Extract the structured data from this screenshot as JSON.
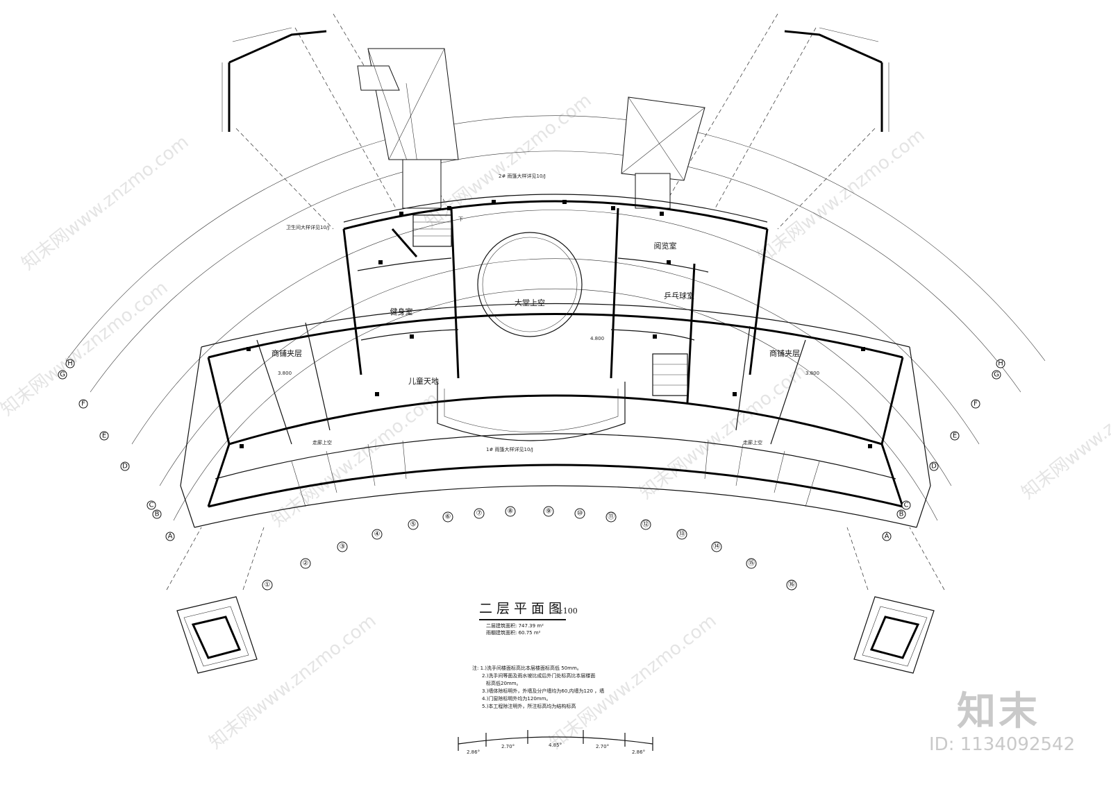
{
  "drawing": {
    "title": "二层平面图",
    "scale": "1:100",
    "area_lines": [
      {
        "label": "二层建筑面积:",
        "value": "747.39 m²"
      },
      {
        "label": "雨棚建筑面积:",
        "value": "60.75 m²"
      }
    ],
    "notes_prefix": "注:",
    "notes": [
      "1.)洗手间楼面标高比本层楼面标高低 50mm。",
      "2.)洗手间等面及雨水坡比成后外门处标高比本层楼面",
      "标高低20mm。",
      "3.)墙体除标明外，外墙及分户墙均为60,内墙为120 ，墙",
      "4.)门窗除标明外均为120mm。",
      "5.)本工程除注明外，所注标高均为结构标高"
    ]
  },
  "rooms": {
    "lobby_void": "大堂上空",
    "gym": "健身室",
    "kids_area": "儿童天地",
    "reading_room": "阅览室",
    "pingpong": "乒乓球室",
    "shop_mezz_left": "商铺夹层",
    "shop_mezz_right": "商铺夹层",
    "elev_left": "3.800",
    "elev_right": "3.800",
    "elev_center": "4.800",
    "stair_dn": "下"
  },
  "callouts": {
    "toilet_detail": "卫生间大样详见10/J",
    "canopy2": "2# 雨篷大样详见10/J",
    "canopy1": "1# 雨篷大样详见10/J",
    "corridor_left": "走廊上空",
    "corridor_right": "走廊上空"
  },
  "axis_labels": {
    "bottom": [
      "①",
      "②",
      "③",
      "④",
      "⑤",
      "⑥",
      "⑦",
      "⑧",
      "⑨",
      "⑩",
      "⑪",
      "⑫",
      "⑬",
      "⑭",
      "⑮",
      "⑯"
    ],
    "left_rows": [
      "A",
      "B",
      "C",
      "D",
      "E",
      "F",
      "G",
      "H"
    ],
    "right_rows": [
      "A",
      "B",
      "C",
      "D",
      "E",
      "F",
      "G",
      "H"
    ]
  },
  "scale_bar_labels": [
    "2.86°",
    "2.70°",
    "4.85°",
    "2.70°",
    "2.86°"
  ],
  "watermark": {
    "site": "知末网www.znzmo.com",
    "brand": "知末",
    "id": "ID: 1134092542"
  }
}
